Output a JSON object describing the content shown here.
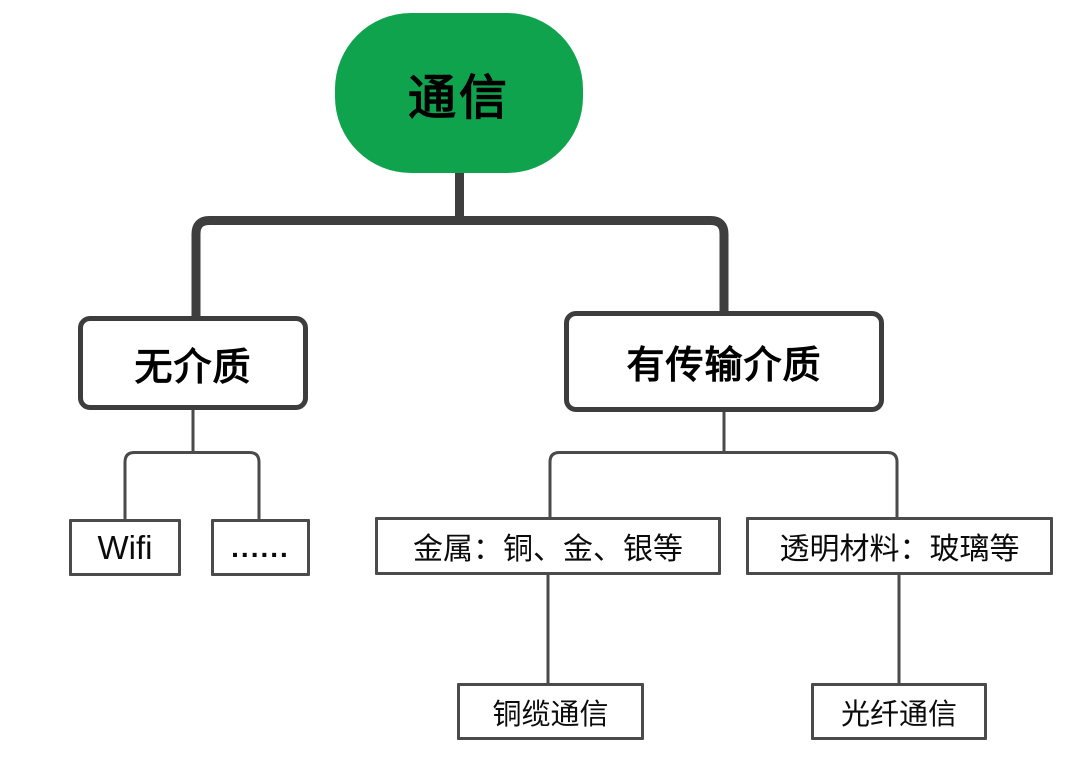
{
  "colors": {
    "root_fill": "#10a34e",
    "line_thick": "#3e3e3e",
    "line_thin": "#4a4a4a",
    "box_border": "#3d3d3d",
    "box_border_thin": "#4b4b4b",
    "text": "#0b0b0b",
    "background": "#ffffff"
  },
  "tree": {
    "label": "通信",
    "children": [
      {
        "label": "无介质",
        "children": [
          {
            "label": "Wifi"
          },
          {
            "label": "......"
          }
        ]
      },
      {
        "label": "有传输介质",
        "children": [
          {
            "label": "金属：铜、金、银等",
            "children": [
              {
                "label": "铜缆通信"
              }
            ]
          },
          {
            "label": "透明材料：玻璃等",
            "children": [
              {
                "label": "光纤通信"
              }
            ]
          }
        ]
      }
    ]
  }
}
